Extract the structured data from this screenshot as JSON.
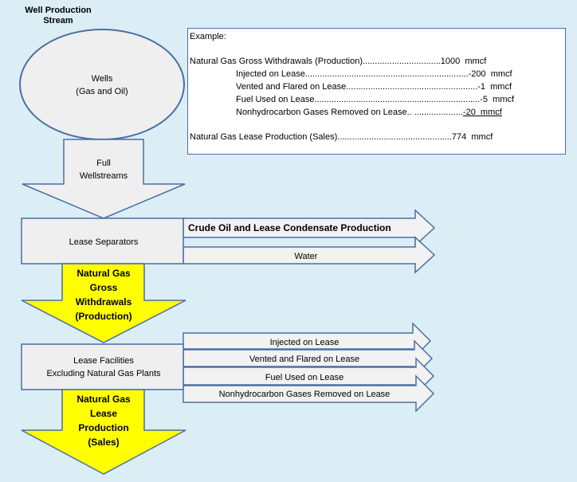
{
  "title_line1": "Well Production",
  "title_line2": "Stream",
  "wells_line1": "Wells",
  "wells_line2": "(Gas and Oil)",
  "full_line1": "Full",
  "full_line2": "Wellstreams",
  "lease_separators": "Lease Separators",
  "crude_oil": "Crude Oil and Lease Condensate Production",
  "water": "Water",
  "gross_withdrawals": [
    "Natural Gas",
    "Gross",
    "Withdrawals",
    "(Production)"
  ],
  "lease_facilities_line1": "Lease Facilities",
  "lease_facilities_line2": "Excluding Natural Gas Plants",
  "disposition_arrows": [
    "Injected on Lease",
    "Vented and Flared on Lease",
    "Fuel Used on Lease",
    "Nonhydrocarbon Gases Removed on Lease"
  ],
  "lease_production": [
    "Natural Gas",
    "Lease",
    "Production",
    "(Sales)"
  ],
  "example": {
    "heading": "Example:",
    "gross": "Natural Gas Gross Withdrawals (Production)................................1000  mmcf",
    "rows": [
      "Injected on Lease...................................................................-200  mmcf",
      "Vented and Flared on Lease......................................................-1  mmcf",
      "Fuel Used on Lease....................................................................-5  mmcf",
      "Nonhydrocarbon Gases Removed on Lease.. ...................."
    ],
    "last_value": "-20  mmcf",
    "sales": "Natural Gas Lease Production (Sales)...............................................774  mmcf"
  },
  "colors": {
    "background": "#dbeef5",
    "box_fill": "#f2f2f2",
    "outline": "#4a6fa5",
    "highlight": "#ffff00"
  }
}
